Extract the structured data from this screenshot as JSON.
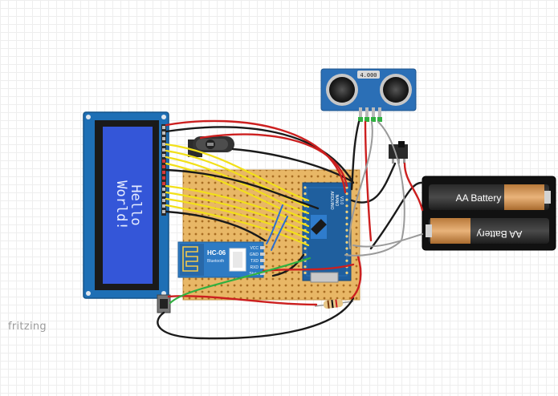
{
  "brand": "fritzing",
  "lcd": {
    "line1": "Hello",
    "line2": "World!"
  },
  "bluetooth": {
    "model": "HC-06",
    "subtitle": "Bluetooth",
    "pins": [
      "VCC",
      "GND",
      "TXD",
      "RXD",
      "State"
    ]
  },
  "arduino": {
    "line1": "ARDUINO",
    "line2": "NANO",
    "line3": "V3.0"
  },
  "ultrasonic": {
    "display": "4.000"
  },
  "battery": {
    "cell1": "AA Battery",
    "cell2": "AA Battery"
  },
  "colors": {
    "pcb": "#e8b766",
    "lcd_screen": "#3456d8",
    "arduino": "#1f5f9e",
    "sensor": "#2b6fb6",
    "wire_red": "#cc1f1f",
    "wire_black": "#1a1a1a",
    "wire_yellow": "#f2e01a",
    "wire_green": "#30b040",
    "wire_gray": "#9a9a9a"
  }
}
